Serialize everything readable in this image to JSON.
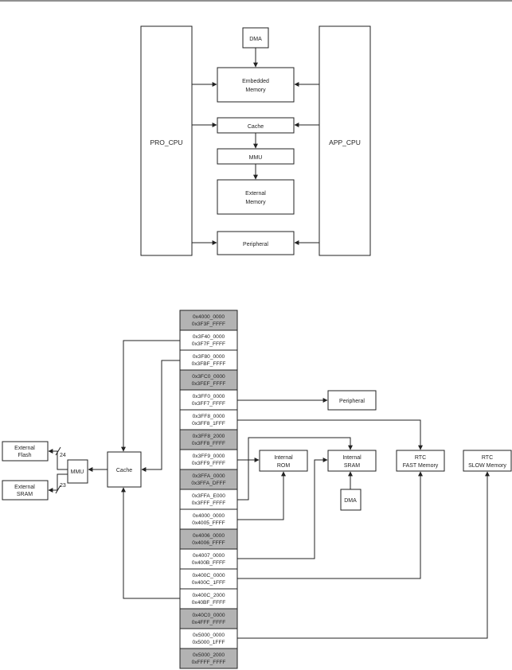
{
  "top_diagram": {
    "pro_cpu": "PRO_CPU",
    "app_cpu": "APP_CPU",
    "dma": "DMA",
    "embedded_memory": [
      "Embedded",
      "Memory"
    ],
    "cache": "Cache",
    "mmu": "MMU",
    "external_memory": [
      "External",
      "Memory"
    ],
    "peripheral": "Peripheral"
  },
  "address_map": {
    "external_flash": [
      "External",
      "Flash"
    ],
    "external_sram": [
      "External",
      "SRAM"
    ],
    "mmu": "MMU",
    "cache": "Cache",
    "bus_flash": "24",
    "bus_sram": "23",
    "peripheral": "Peripheral",
    "internal_rom": [
      "Internal",
      "ROM"
    ],
    "internal_sram": [
      "Internal",
      "SRAM"
    ],
    "dma": "DMA",
    "rtc_fast": [
      "RTC",
      "FAST Memory"
    ],
    "rtc_slow": [
      "RTC",
      "SLOW Memory"
    ],
    "regions": [
      {
        "start": "0x4000_0000",
        "end": "0x3F3F_FFFF",
        "reserved": true
      },
      {
        "start": "0x3F40_0000",
        "end": "0x3F7F_FFFF",
        "reserved": false
      },
      {
        "start": "0x3F80_0000",
        "end": "0x3FBF_FFFF",
        "reserved": false
      },
      {
        "start": "0x3FC0_0000",
        "end": "0x3FEF_FFFF",
        "reserved": true
      },
      {
        "start": "0x3FF0_0000",
        "end": "0x3FF7_FFFF",
        "reserved": false
      },
      {
        "start": "0x3FF8_0000",
        "end": "0x3FF8_1FFF",
        "reserved": false
      },
      {
        "start": "0x3FF8_2000",
        "end": "0x3FF8_FFFF",
        "reserved": true
      },
      {
        "start": "0x3FF9_0000",
        "end": "0x3FF9_FFFF",
        "reserved": false
      },
      {
        "start": "0x3FFA_0000",
        "end": "0x3FFA_DFFF",
        "reserved": true
      },
      {
        "start": "0x3FFA_E000",
        "end": "0x3FFF_FFFF",
        "reserved": false
      },
      {
        "start": "0x4000_0000",
        "end": "0x4005_FFFF",
        "reserved": false
      },
      {
        "start": "0x4006_0000",
        "end": "0x4006_FFFF",
        "reserved": true
      },
      {
        "start": "0x4007_0000",
        "end": "0x400B_FFFF",
        "reserved": false
      },
      {
        "start": "0x400C_0000",
        "end": "0x400C_1FFF",
        "reserved": false
      },
      {
        "start": "0x400C_2000",
        "end": "0x40BF_FFFF",
        "reserved": false
      },
      {
        "start": "0x40C0_0000",
        "end": "0x4FFF_FFFF",
        "reserved": true
      },
      {
        "start": "0x5000_0000",
        "end": "0x5000_1FFF",
        "reserved": false
      },
      {
        "start": "0x5000_2000",
        "end": "0xFFFF_FFFF",
        "reserved": true
      }
    ]
  }
}
